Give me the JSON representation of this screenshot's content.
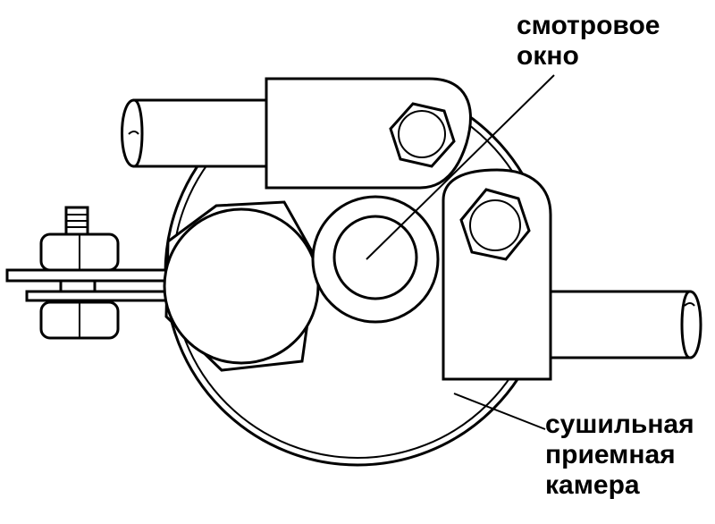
{
  "labels": {
    "sight_glass_line1": "смотровое",
    "sight_glass_line2": "окно",
    "receiver_line1": "сушильная",
    "receiver_line2": "приемная",
    "receiver_line3": "камера"
  },
  "colors": {
    "ink": "#000000",
    "paper": "#ffffff"
  }
}
